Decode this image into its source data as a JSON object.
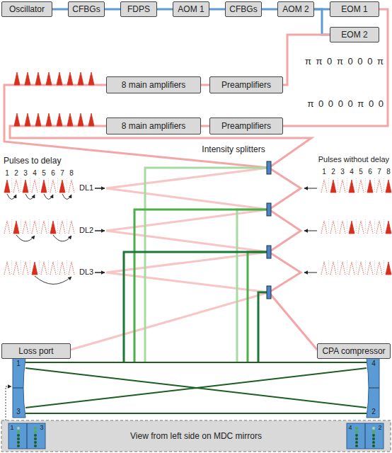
{
  "diagram": {
    "nodes": [
      {
        "text": [
          "Oscillator"
        ]
      },
      {
        "text": [
          "CFBGs"
        ]
      },
      {
        "text": [
          "FDPS"
        ]
      },
      {
        "text": [
          "AOM 1"
        ]
      },
      {
        "text": [
          "CFBGs"
        ]
      },
      {
        "text": [
          "AOM 2"
        ]
      },
      {
        "text": [
          "EOM 1"
        ]
      },
      {
        "text": [
          "EOM 2"
        ]
      },
      {
        "text": [
          "8 main amplifiers"
        ]
      },
      {
        "text": [
          "Preamplifiers"
        ]
      },
      {
        "text": [
          "8 main amplifiers"
        ]
      },
      {
        "text": [
          "Preamplifiers"
        ]
      },
      {
        "text": [
          "Loss port"
        ]
      },
      {
        "text": [
          "CPA compressor"
        ]
      },
      {
        "text": [
          "View from left side on MDC mirrors"
        ]
      }
    ],
    "edges": [
      {
        "from": 0,
        "to": 1,
        "arrow": "none"
      },
      {
        "from": 1,
        "to": 2,
        "arrow": "none"
      },
      {
        "from": 2,
        "to": 3,
        "arrow": "none"
      },
      {
        "from": 3,
        "to": 4,
        "arrow": "none"
      },
      {
        "from": 4,
        "to": 5,
        "arrow": "none"
      },
      {
        "from": 5,
        "to": 6,
        "arrow": "none"
      },
      {
        "from": 5,
        "to": 7,
        "arrow": "none"
      },
      {
        "from": 7,
        "to": 9,
        "arrow": "none"
      },
      {
        "from": 6,
        "to": 11,
        "arrow": "none"
      },
      {
        "from": 9,
        "to": 8,
        "arrow": "none"
      },
      {
        "from": 11,
        "to": 10,
        "arrow": "none"
      }
    ],
    "labels": [
      "π π 0 π 0 0 0 π",
      "π 0 0 0 0 π 0 0",
      "Intensity splitters",
      "Pulses to delay",
      "Pulses without delay",
      "1",
      "2",
      "3",
      "4",
      "5",
      "6",
      "7",
      "8",
      "1",
      "2",
      "3",
      "4",
      "5",
      "6",
      "7",
      "8",
      "DL1",
      "DL2",
      "DL3",
      "1",
      "4",
      "3",
      "2",
      "1",
      "3",
      "4",
      "2"
    ]
  }
}
